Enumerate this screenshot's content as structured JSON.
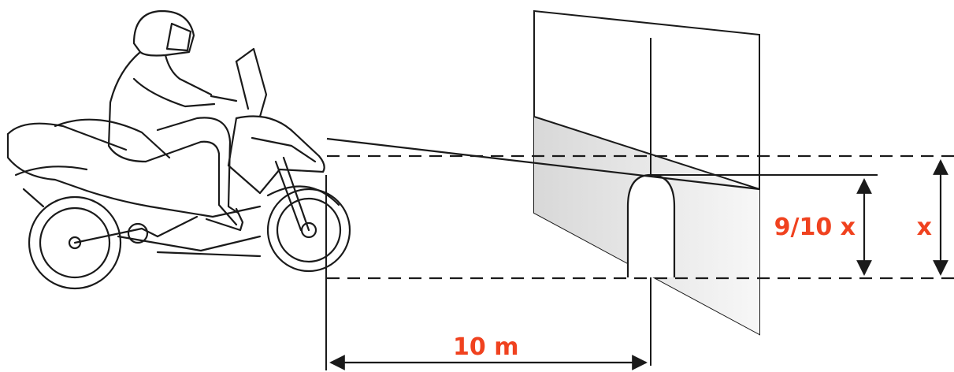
{
  "labels": {
    "distance": "10 m",
    "cutoff_height": "9/10 x",
    "lamp_height": "x"
  },
  "colors": {
    "label": "#f0421f",
    "line": "#1a1a1a",
    "screen_shade": "#e4e4e4"
  },
  "values": {
    "distance_m": 10,
    "cutoff_ratio": 0.9
  }
}
